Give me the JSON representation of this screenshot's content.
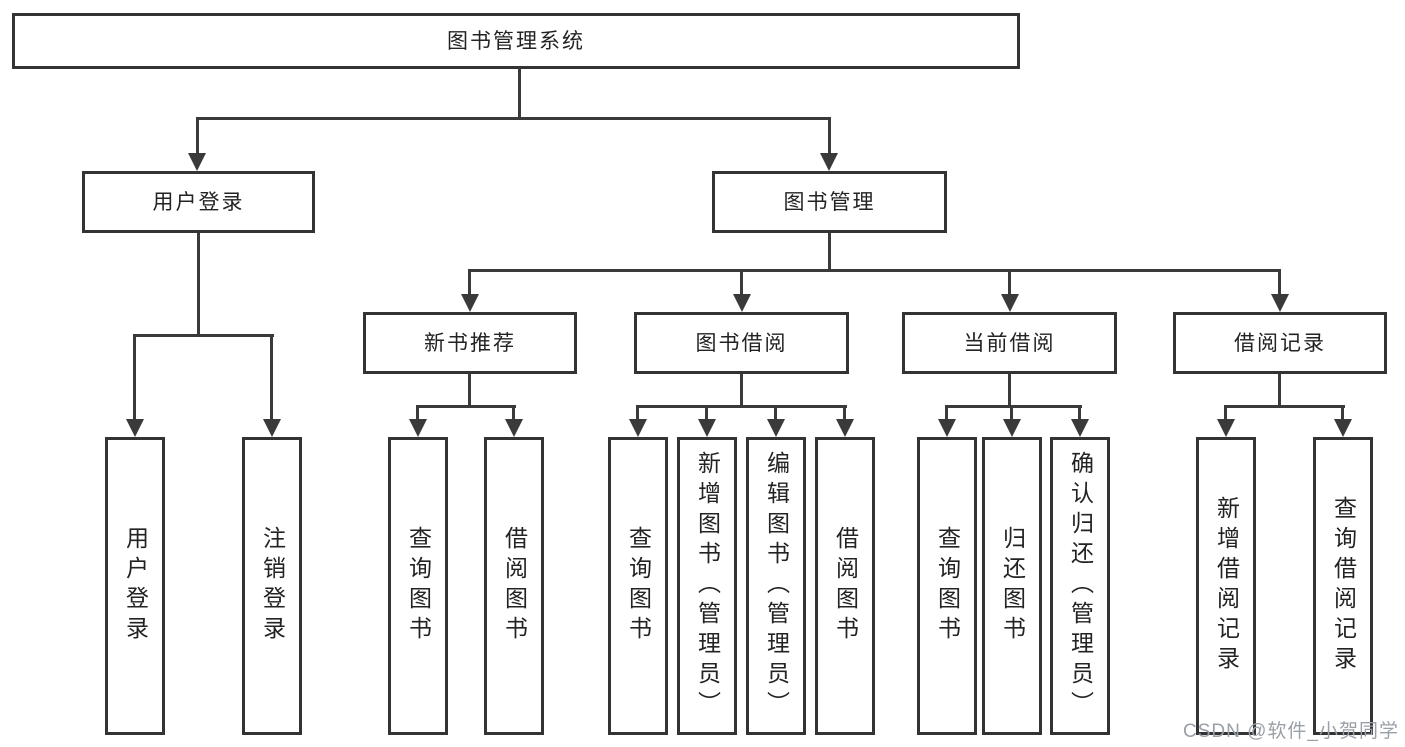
{
  "diagram": {
    "root": {
      "label": "图书管理系统"
    },
    "level2": [
      {
        "id": "user-login",
        "label": "用户登录"
      },
      {
        "id": "book-management",
        "label": "图书管理"
      }
    ],
    "level3": [
      {
        "id": "new-book-recommend",
        "label": "新书推荐",
        "parent": "图书管理"
      },
      {
        "id": "book-borrow",
        "label": "图书借阅",
        "parent": "图书管理"
      },
      {
        "id": "current-borrow",
        "label": "当前借阅",
        "parent": "图书管理"
      },
      {
        "id": "borrow-records",
        "label": "借阅记录",
        "parent": "图书管理"
      }
    ],
    "leaves": [
      {
        "label": "用户登录",
        "parent": "用户登录"
      },
      {
        "label": "注销登录",
        "parent": "用户登录"
      },
      {
        "label": "查询图书",
        "parent": "新书推荐"
      },
      {
        "label": "借阅图书",
        "parent": "新书推荐"
      },
      {
        "label": "查询图书",
        "parent": "图书借阅"
      },
      {
        "label": "新增图书（管理员）",
        "parent": "图书借阅"
      },
      {
        "label": "编辑图书（管理员）",
        "parent": "图书借阅"
      },
      {
        "label": "借阅图书",
        "parent": "图书借阅"
      },
      {
        "label": "查询图书",
        "parent": "当前借阅"
      },
      {
        "label": "归还图书",
        "parent": "当前借阅"
      },
      {
        "label": "确认归还（管理员）",
        "parent": "当前借阅"
      },
      {
        "label": "新增借阅记录",
        "parent": "借阅记录"
      },
      {
        "label": "查询借阅记录",
        "parent": "借阅记录"
      }
    ],
    "watermark": "CSDN @软件_小贺同学",
    "colors": {
      "line": "#3a3a3a",
      "border": "#333333",
      "text": "#232323",
      "watermark": "#9aa0a8",
      "background": "#ffffff"
    }
  }
}
